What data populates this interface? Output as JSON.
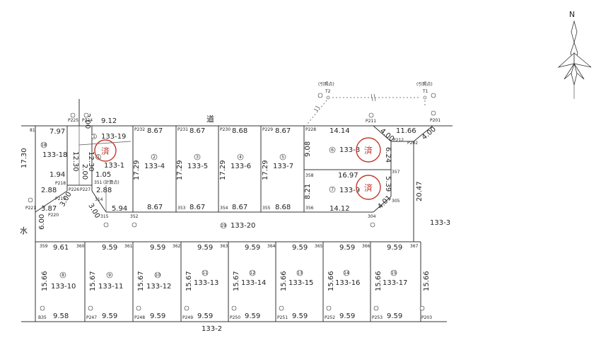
{
  "north_label": "N",
  "road_label": "道",
  "water_label": "水",
  "ref_point_label": "(引照点)",
  "ref_points": [
    "T2",
    "T1"
  ],
  "approved_mark": "済",
  "parcels": {
    "p18": "133-18",
    "p19": "133-19",
    "p1": "133-1",
    "p4": "133-4",
    "p5": "133-5",
    "p6": "133-6",
    "p7": "133-7",
    "p8": "133-8",
    "p9": "133-9",
    "p20": "133-20",
    "p3": "133-3",
    "p10": "133-10",
    "p11": "133-11",
    "p12": "133-12",
    "p13": "133-13",
    "p14": "133-14",
    "p15": "133-15",
    "p16": "133-16",
    "p17": "133-17",
    "p2": "133-2"
  },
  "parcel_nums": {
    "n18": "18",
    "n19": "1",
    "n1": "1",
    "n4": "2",
    "n5": "3",
    "n6": "4",
    "n7": "5",
    "n8": "6",
    "n9": "7",
    "n20": "19",
    "n10": "8",
    "n11": "9",
    "n12": "10",
    "n13": "11",
    "n14": "12",
    "n15": "13",
    "n16": "14",
    "n17": "15"
  },
  "dims": {
    "d_2_00_top": "2.00",
    "d_9_12": "9.12",
    "d_7_97": "7.97",
    "d_17_30": "17.30",
    "d_12_30": "12.30",
    "d_12_30b": "12.30",
    "d_2_00_mid": "2.00",
    "d_1_94": "1.94",
    "d_1_05": "1.05",
    "d_2_88a": "2.88",
    "d_2_88b": "2.88",
    "d_3_87": "3.87",
    "d_3_00a": "3.00",
    "d_3_00b": "3.00",
    "d_5_94": "5.94",
    "d_6_00": "6.00",
    "d_8_67a": "8.67",
    "d_8_67b": "8.67",
    "d_8_68a": "8.68",
    "d_8_67c": "8.67",
    "d_17_29a": "17.29",
    "d_17_29b": "17.29",
    "d_17_29c": "17.29",
    "d_17_29d": "17.29",
    "d_8_67d": "8.67",
    "d_8_67e": "8.67",
    "d_8_67f": "8.67",
    "d_8_68b": "8.68",
    "d_14_14": "14.14",
    "d_11_66": "11.66",
    "d_4_00a": "4.00",
    "d_4_00b": "4.00",
    "d_9_08": "9.08",
    "d_6_24": "6.24",
    "d_16_97": "16.97",
    "d_8_21": "8.21",
    "d_5_39": "5.39",
    "d_14_12": "14.12",
    "d_4_01": "4.01",
    "d_20_47": "20.47",
    "d_9_61": "9.61",
    "d_9_59a": "9.59",
    "d_9_59b": "9.59",
    "d_9_59c": "9.59",
    "d_9_59d": "9.59",
    "d_9_59e": "9.59",
    "d_9_59f": "9.59",
    "d_9_59g": "9.59",
    "d_15_66a": "15.66",
    "d_15_67a": "15.67",
    "d_15_67b": "15.67",
    "d_15_67c": "15.67",
    "d_15_67d": "15.67",
    "d_15_66b": "15.66",
    "d_15_66c": "15.66",
    "d_15_66d": "15.66",
    "d_15_66e": "15.66",
    "d_9_58": "9.58",
    "d_9_59h": "9.59",
    "d_9_59i": "9.59",
    "d_9_59j": "9.59",
    "d_9_59k": "9.59",
    "d_9_59l": "9.59",
    "d_9_59m": "9.59",
    "d_9_59n": "9.59"
  },
  "points": {
    "P225": "P225",
    "P224": "P224",
    "B1": "81",
    "P232": "P232",
    "P231": "P231",
    "P230": "P230",
    "P229": "P229",
    "P228": "P228",
    "P211": "P211",
    "P201": "P201",
    "P212": "P212",
    "P202": "P202",
    "P218": "P218",
    "P226": "P226",
    "P227": "P227",
    "P219": "P219",
    "P220": "P220",
    "P221": "P221",
    "351": "351",
    "calc": "(計算点)",
    "314": "314",
    "315": "315",
    "352": "352",
    "353": "353",
    "354": "354",
    "355": "355",
    "356": "356",
    "358": "358",
    "357": "357",
    "304": "304",
    "305": "305",
    "359": "359",
    "360": "360",
    "361": "361",
    "362": "362",
    "363": "363",
    "364": "364",
    "365": "365",
    "366": "366",
    "367": "367",
    "B35": "B35",
    "P247": "P247",
    "P248": "P248",
    "P249": "P249",
    "P250": "P250",
    "P251": "P251",
    "P252": "P252",
    "P253": "P253",
    "P203": "P203"
  },
  "colors": {
    "line": "#333333",
    "approved_stamp": "#c0392b"
  }
}
